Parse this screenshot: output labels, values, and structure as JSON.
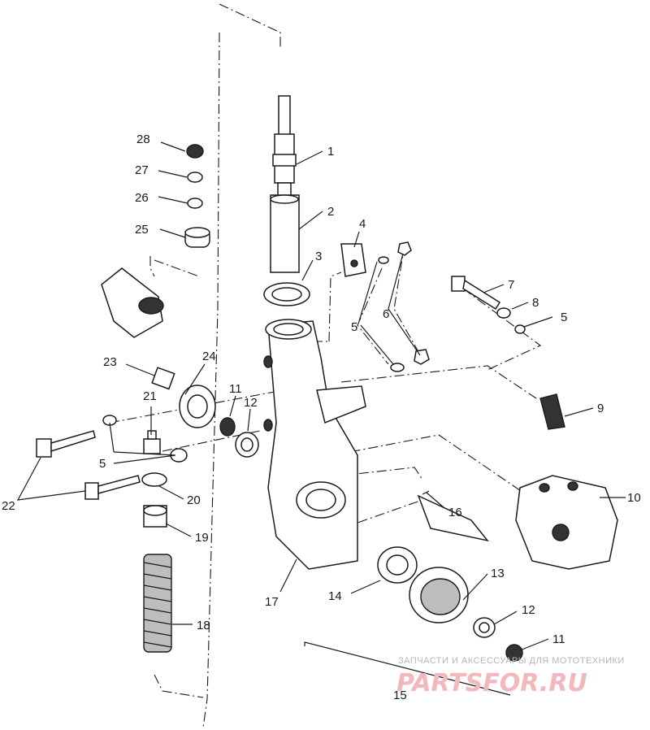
{
  "diagram": {
    "labels": {
      "p1": "1",
      "p2": "2",
      "p3": "3",
      "p4": "4",
      "p5a": "5",
      "p5b": "5",
      "p5c": "5",
      "p6": "6",
      "p7": "7",
      "p8": "8",
      "p9": "9",
      "p10": "10",
      "p11a": "11",
      "p11b": "11",
      "p12a": "12",
      "p12b": "12",
      "p13": "13",
      "p14": "14",
      "p15": "15",
      "p16": "16",
      "p17": "17",
      "p18": "18",
      "p19": "19",
      "p20": "20",
      "p21": "21",
      "p22": "22",
      "p23": "23",
      "p24": "24",
      "p25": "25",
      "p26": "26",
      "p27": "27",
      "p28": "28"
    }
  },
  "watermark": {
    "top_text": "ЗАПЧАСТИ И АКСЕССУАРЫ ДЛЯ МОТОТЕХНИКИ",
    "logo": "PARTSFOR.RU",
    "color": "#f2b8bc"
  }
}
